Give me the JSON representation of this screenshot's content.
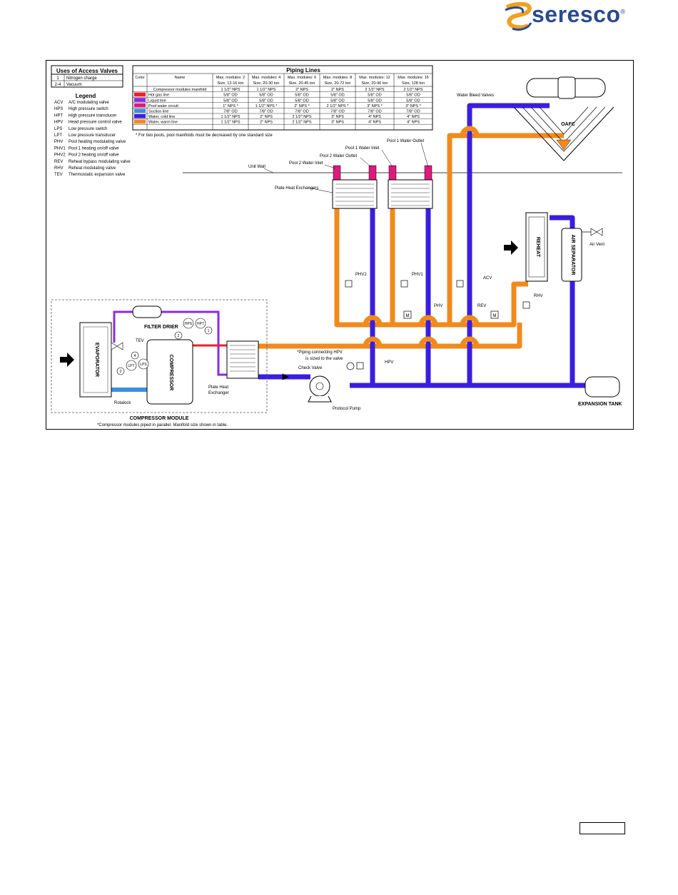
{
  "brand": {
    "name": "seresco",
    "trademark": "®"
  },
  "access_valves": {
    "title": "Uses of Access Valves",
    "rows": [
      {
        "id": "1",
        "use": "Nitrogen charge"
      },
      {
        "id": "2-4",
        "use": "Vacuum"
      }
    ]
  },
  "legend": {
    "title": "Legend",
    "items": [
      {
        "abbr": "ACV",
        "desc": "A/C modulating valve"
      },
      {
        "abbr": "HPS",
        "desc": "High pressure switch"
      },
      {
        "abbr": "HPT",
        "desc": "High pressure transducer"
      },
      {
        "abbr": "HPV",
        "desc": "Head pressure control valve"
      },
      {
        "abbr": "LPS",
        "desc": "Low pressure switch"
      },
      {
        "abbr": "LPT",
        "desc": "Low pressure transducer"
      },
      {
        "abbr": "PHV",
        "desc": "Pool heating modulating valve"
      },
      {
        "abbr": "PHV1",
        "desc": "Pool 1 heating on/off valve"
      },
      {
        "abbr": "PHV2",
        "desc": "Pool 2 heating on/off valve"
      },
      {
        "abbr": "REV",
        "desc": "Reheat bypass modulating valve"
      },
      {
        "abbr": "RHV",
        "desc": "Reheat modulating valve"
      },
      {
        "abbr": "TEV",
        "desc": "Thermostatic expansion valve"
      }
    ]
  },
  "piping": {
    "title": "Piping Lines",
    "header": [
      "Color",
      "Name",
      "Max. modules: 2",
      "Max. modules: 4",
      "Max. modules: 6",
      "Max. modules: 8",
      "Max. modules: 12",
      "Max. modules: 15"
    ],
    "subheader": [
      "Size, 12-16 ton",
      "Size, 20-30 ton",
      "Size, 20-45 ton",
      "Size, 20-72 ton",
      "Size, 20-96 ton",
      "Size, 128 ton"
    ],
    "rows": [
      {
        "color": "",
        "name": "Compressor modules manifold",
        "cells": [
          "1 1/2\" NPS",
          "1 1/2\" NPS",
          "2\" NPS",
          "2\" NPS",
          "2 1/2\" NPS",
          "2 1/2\" NPS"
        ]
      },
      {
        "color": "#e8202a",
        "name": "Hot gas line",
        "cells": [
          "5/8\" OD",
          "5/8\" OD",
          "5/8\" OD",
          "5/8\" OD",
          "5/8\" OD",
          "5/8\" OD"
        ]
      },
      {
        "color": "#8a2be2",
        "name": "Liquid line",
        "cells": [
          "5/8\" OD",
          "5/8\" OD",
          "5/8\" OD",
          "5/8\" OD",
          "5/8\" OD",
          "5/8\" OD"
        ]
      },
      {
        "color": "#e0197e",
        "name": "Pool water circuit",
        "cells": [
          "1\" NPS *",
          "1 1/2\" NPS *",
          "2\" NPS *",
          "2 1/2\" NPS *",
          "3\" NPS *",
          "3\" NPS *"
        ]
      },
      {
        "color": "#3b8fe0",
        "name": "Suction line",
        "cells": [
          "7/8\" OD",
          "7/8\" OD",
          "7/8\" OD",
          "7/8\" OD",
          "7/8\" OD",
          "7/8\" OD"
        ]
      },
      {
        "color": "#3a1ee0",
        "name": "Water, cold line",
        "cells": [
          "1 1/2\" NPS",
          "2\" NPS",
          "2 1/2\" NPS",
          "3\" NPS",
          "4\" NPS",
          "4\" NPS"
        ]
      },
      {
        "color": "#f08a1c",
        "name": "Water, warm line",
        "cells": [
          "1 1/2\" NPS",
          "2\" NPS",
          "2 1/2\" NPS",
          "3\" NPS",
          "4\" NPS",
          "4\" NPS"
        ]
      }
    ],
    "footnote": "*  For two pools, pool manifolds must be decreased by one standard size"
  },
  "labels": {
    "unit_wall": "Unit Wall",
    "plate_heat_exchangers": "Plate Heat Exchangers",
    "pool2_inlet": "Pool 2 Water Inlet",
    "pool2_outlet": "Pool 2 Water Outlet",
    "pool1_inlet": "Pool 1 Water Inlet",
    "pool1_outlet": "Pool 1 Water Outlet",
    "water_bleed": "Water Bleed Valves",
    "oafc": "OAFC",
    "reheat": "REHEAT",
    "air_separator": "AIR SEPARATOR",
    "air_vent": "Air Vent",
    "phv2": "PHV2",
    "phv1": "PHV1",
    "phv": "PHV",
    "acv": "ACV",
    "rev": "REV",
    "rhv": "RHV",
    "hpv": "HPV",
    "check_valve": "Check Valve",
    "protocol_pump": "Protocol Pump",
    "expansion_tank": "EXPANSION TANK",
    "hpv_note_1": "*Piping connecting HPV",
    "hpv_note_2": "is sized to the valve",
    "filter_drier": "FILTER DRIER",
    "tev": "TEV",
    "evaporator": "EVAPORATOR",
    "compressor": "COMPRESSOR",
    "rotalock": "Rotalock",
    "plate_hx_1": "Plate Heat",
    "plate_hx_2": "Exchanger",
    "compressor_module": "COMPRESSOR MODULE",
    "compressor_note": "*Compressor modules piped in parallel. Manifold size shown in table.",
    "hps": "HPS",
    "hpt": "HPT",
    "lpt": "LPT",
    "lps": "LPS",
    "m": "M",
    "n1": "1",
    "n2": "2",
    "n3": "3",
    "n4": "4"
  },
  "colors": {
    "warm": "#f08a1c",
    "cold": "#3a1ee0",
    "pool": "#e0197e",
    "liquid": "#8a2be2",
    "suction": "#3b8fe0",
    "hotgas": "#e8202a"
  },
  "page_number": ""
}
